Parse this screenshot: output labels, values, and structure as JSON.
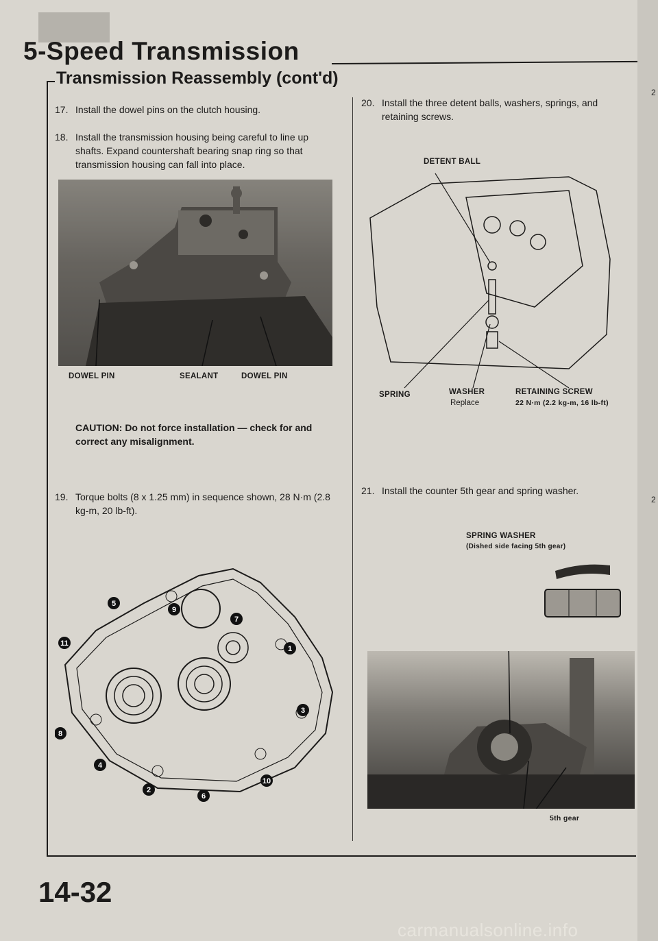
{
  "header": {
    "title": "5-Speed Transmission",
    "subtitle": "Transmission Reassembly (cont'd)"
  },
  "steps": [
    {
      "num": "17.",
      "text": "Install the dowel pins on the clutch housing."
    },
    {
      "num": "18.",
      "text": "Install the transmission housing being careful to line up shafts. Expand countershaft bearing snap ring so that transmission housing can fall into place."
    },
    {
      "num": "19.",
      "text": "Torque bolts (8 x 1.25 mm) in sequence shown, 28 N·m (2.8 kg-m, 20 lb-ft)."
    },
    {
      "num": "20.",
      "text": "Install the three detent balls, washers, springs, and retaining screws."
    },
    {
      "num": "21.",
      "text": "Install the counter 5th gear and spring washer."
    }
  ],
  "photo1_labels": {
    "dowel_pin_left": "DOWEL PIN",
    "sealant": "SEALANT",
    "dowel_pin_right": "DOWEL PIN"
  },
  "caution": "CAUTION: Do not force installation — check for and correct any misalignment.",
  "bolt_sequence": [
    "1",
    "2",
    "3",
    "4",
    "5",
    "6",
    "7",
    "8",
    "9",
    "10",
    "11"
  ],
  "detent_labels": {
    "detent_ball": "DETENT BALL",
    "spring": "SPRING",
    "washer": "WASHER",
    "washer_note": "Replace",
    "retaining_screw": "RETAINING SCREW",
    "retaining_torque": "22 N·m (2.2 kg-m, 16 lb-ft)"
  },
  "gear_labels": {
    "spring_washer": "SPRING WASHER",
    "spring_washer_note": "(Dished side facing 5th gear)",
    "fifth_gear": "5th gear"
  },
  "page_number": "14-32",
  "right_margin": {
    "top": "2",
    "bottom": "2"
  },
  "watermark": "carmanualsonline.info"
}
